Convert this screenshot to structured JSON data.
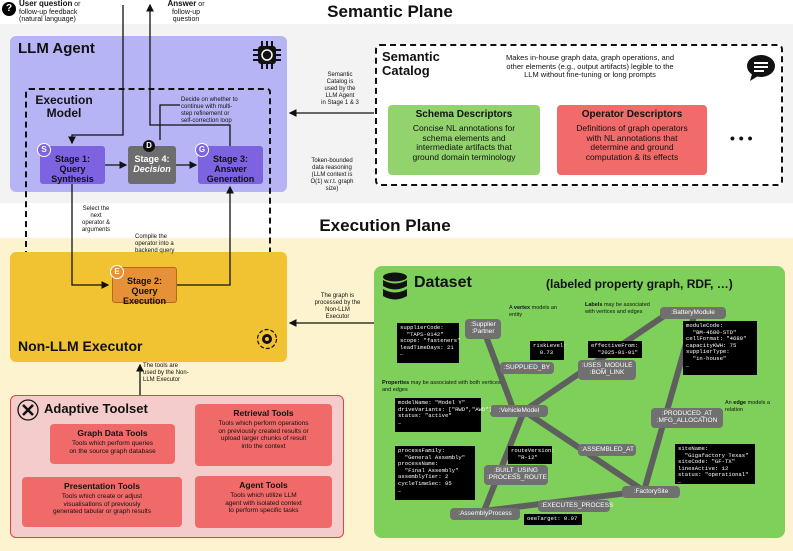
{
  "semantic_plane": {
    "title": "Semantic Plane"
  },
  "execution_plane": {
    "title": "Execution Plane"
  },
  "top": {
    "user_question_bold": "User question",
    "user_question_rest_1": " or",
    "user_question_rest_2": "follow-up feedback",
    "user_question_rest_3": "(natural language)",
    "answer_bold": "Answer",
    "answer_rest_1": " or",
    "answer_rest_2": "follow-up",
    "answer_rest_3": "question"
  },
  "llm_agent": {
    "title": "LLM Agent"
  },
  "execution_model": {
    "title_line1": "Execution",
    "title_line2": "Model"
  },
  "decide_note": [
    "Decide on whether to",
    "continue with multi-",
    "step refinement or",
    "self-correction loop"
  ],
  "stages": {
    "s1": {
      "badge": "S",
      "line1": "Stage 1:",
      "line2": "Query",
      "line3": "Synthesis"
    },
    "s4": {
      "badge": "D",
      "line1": "Stage 4:",
      "line2": "Decision"
    },
    "s3": {
      "badge": "G",
      "line1": "Stage 3:",
      "line2": "Answer",
      "line3": "Generation"
    },
    "s2": {
      "badge": "E",
      "line1": "Stage 2:",
      "line2": "Query",
      "line3": "Execution"
    }
  },
  "semantic_catalog": {
    "title_line1": "Semantic",
    "title_line2": "Catalog",
    "desc": [
      "Makes in-house graph data, graph operations, and",
      "other elements (e.g., output artifacts) legible to the",
      "LLM without fine-tuning or long prompts"
    ],
    "schema_title": "Schema Descriptors",
    "schema_desc": [
      "Concise NL annotations for",
      "schema elements and",
      "intermediate artifacts that",
      "ground domain terminology"
    ],
    "operator_title": "Operator Descriptors",
    "operator_desc": [
      "Definitions of graph operators",
      "with NL annotations that",
      "determine and ground",
      "computation & its effects"
    ],
    "more": "• • •"
  },
  "notes": {
    "catalog_used": [
      "Semantic",
      "Catalog is",
      "used by the",
      "LLM Agent",
      "in Stage 1 & 3"
    ],
    "token_bounded": [
      "Token-bounded",
      "data reasoning",
      "(LLM context is",
      "O(1) w.r.t. graph",
      "size)"
    ],
    "select_next": [
      "Select the",
      "next",
      "operator &",
      "arguments"
    ],
    "compile": [
      "Compile the",
      "operator into a",
      "backend query"
    ],
    "graph_processed": [
      "The graph is",
      "processed by the",
      "Non-LLM",
      "Executor"
    ],
    "tools_used": [
      "The tools are",
      "used by the Non-",
      "LLM Executor"
    ]
  },
  "non_llm_executor": {
    "title": "Non-LLM Executor"
  },
  "adaptive_toolset": {
    "title": "Adaptive Toolset",
    "graph_title": "Graph Data Tools",
    "graph_desc": [
      "Tools which perform queries",
      "on the source graph database"
    ],
    "retrieval_title": "Retrieval Tools",
    "retrieval_desc": [
      "Tools which perform operations",
      "on previously created results or",
      "upload larger chunks of result",
      "into the context"
    ],
    "presentation_title": "Presentation Tools",
    "presentation_desc": [
      "Tools which create or adjust",
      "visualisations of previously",
      "generated tabular or graph results"
    ],
    "agent_title": "Agent Tools",
    "agent_desc": [
      "Tools which utilize LLM",
      "agent with isolated context",
      "to perform specific tasks"
    ]
  },
  "dataset": {
    "title": "Dataset",
    "subtitle": "(labeled property graph, RDF, …)",
    "nodes": {
      "supplier": ":Supplier\n:Partner",
      "battery": ":BatteryModule",
      "vehicle": ":VehicleModel",
      "factory": ":FactorySite",
      "assembly": ":AssemblyProcess"
    },
    "edges": {
      "supplied_by": ":SUPPLIED_BY",
      "uses_module": ":USES_MODULE\n:BOM_LINK",
      "produced_at": ":PRODUCED_AT\n:MFG_ALLOCATION",
      "assembled_at": ":ASSEMBLED_AT",
      "built_using": ":BUILT_USING\n:PROCESS_ROUTE",
      "executes": ":EXECUTES_PROCESS"
    },
    "props": {
      "supplier": "supplierCode:\n  \"TAPS-0142\"\nscope: \"fasteners\"\nleadTimeDays: 21\n…",
      "risk": "riskLevel:\n  0.73",
      "effective": "effectiveFrom:\n  \"2025-01-01\"",
      "battery": "moduleCode:\n  \"BM-4680-STD\"\ncellFormat: \"4680\"\ncapacityKWH: 75\nsupplierType:\n  \"in-house\"\n…",
      "vehicle": "modelName: \"Model Y\"\ndriveVariants: [\"RWD\",\"AWD\"]\nstatus: \"active\"\n…",
      "route": "routeVersion:\n  \"R-12\"",
      "assembly": "processFamily:\n  \"General Assembly\"\nprocessName:\n  \"Final Assembly\"\nassemblyTier: 2\ncycleTimeSec: 95\n…",
      "factory": "siteName:\n  \"Gigafactory Texas\"\nsiteCode: \"GF-TX\"\nlinesActive: 12\nstatus: \"operational\"\n…",
      "oee": "oeeTarget: 0.97"
    },
    "annos": {
      "vertex_a": "A ",
      "vertex_b": "vertex",
      "vertex_c": "models an entity",
      "labels_a": "Labels",
      "labels_b": " may be associated with vertices and edges",
      "props_a": "Properties",
      "props_b": " may be associated with both vertices and edges",
      "edge_a": "An ",
      "edge_b": "edge",
      "edge_c": "models a relation"
    }
  },
  "colors": {
    "llm_agent_bg": "#b7b4f5",
    "stage_purple": "#7d63e0",
    "stage_gray": "#6d6d6d",
    "executor_bg": "#f1c232",
    "stage_orange": "#e69138",
    "catalog_green": "#93d36e",
    "catalog_red": "#f26b6b",
    "dataset_green": "#7ed05a",
    "toolset_red": "#f06a6a"
  }
}
